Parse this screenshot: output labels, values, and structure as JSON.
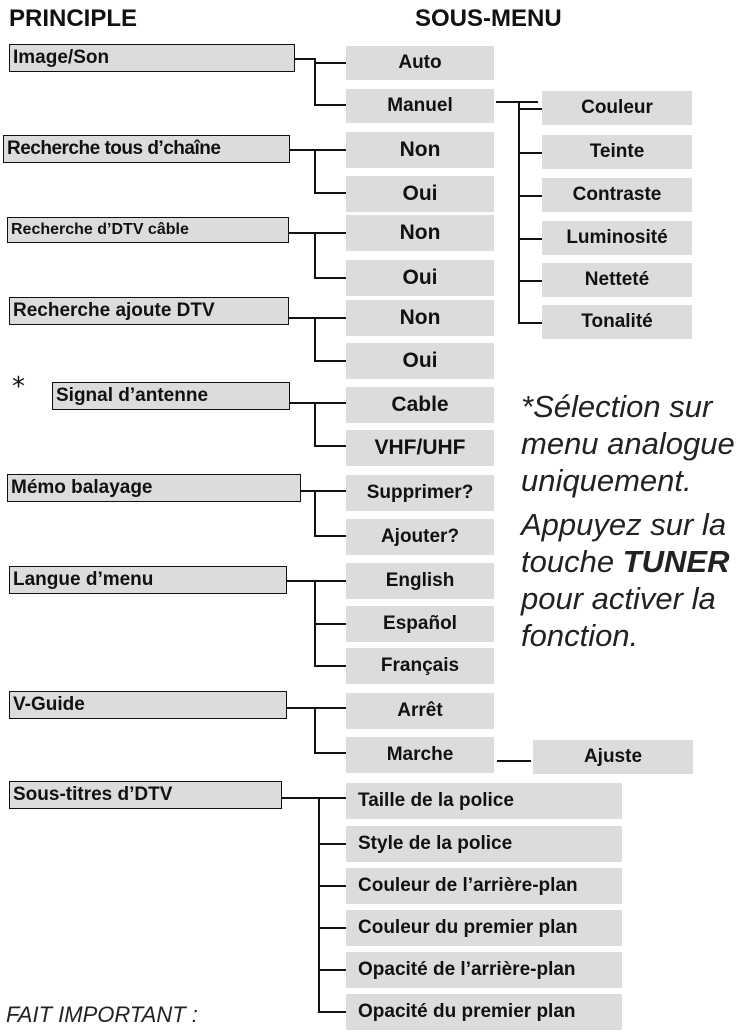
{
  "headers": {
    "principle": "PRINCIPLE",
    "submenu": "SOUS-MENU"
  },
  "image_son": {
    "title": "Image/Son",
    "auto": "Auto",
    "manuel": "Manuel",
    "manuel_options": [
      "Couleur",
      "Teinte",
      "Contraste",
      "Luminosité",
      "Netteté",
      "Tonalité"
    ]
  },
  "recherche_tous": {
    "title": "Recherche tous d’chaîne",
    "options": [
      "Non",
      "Oui"
    ]
  },
  "recherche_dtv_cable": {
    "title": "Recherche d’DTV câble",
    "options": [
      "Non",
      "Oui"
    ]
  },
  "recherche_ajoute": {
    "title": "Recherche ajoute DTV",
    "options": [
      "Non",
      "Oui"
    ]
  },
  "signal": {
    "asterisk": "*",
    "title": "Signal d’antenne",
    "options": [
      "Cable",
      "VHF/UHF"
    ]
  },
  "memo": {
    "title": "Mémo balayage",
    "options": [
      "Supprimer?",
      "Ajouter?"
    ]
  },
  "langue": {
    "title": "Langue d’menu",
    "options": [
      "English",
      "Español",
      "Français"
    ]
  },
  "vguide": {
    "title": "V-Guide",
    "arret": "Arrêt",
    "marche": "Marche",
    "ajuste": "Ajuste"
  },
  "soustitres": {
    "title": "Sous-titres d’DTV",
    "options": [
      "Taille de la police",
      "Style de la police",
      "Couleur de l’arrière-plan",
      "Couleur du premier plan",
      "Opacité de l’arrière-plan",
      "Opacité du premier plan"
    ]
  },
  "note": {
    "line1": "*Sélection sur",
    "line2": "menu analogue",
    "line3": "uniquement.",
    "line4": "Appuyez sur la",
    "line5_pre": "touche ",
    "line5_key": "TUNER",
    "line6": "pour activer la",
    "line7": "fonction."
  },
  "footer": "FAIT IMPORTANT :"
}
